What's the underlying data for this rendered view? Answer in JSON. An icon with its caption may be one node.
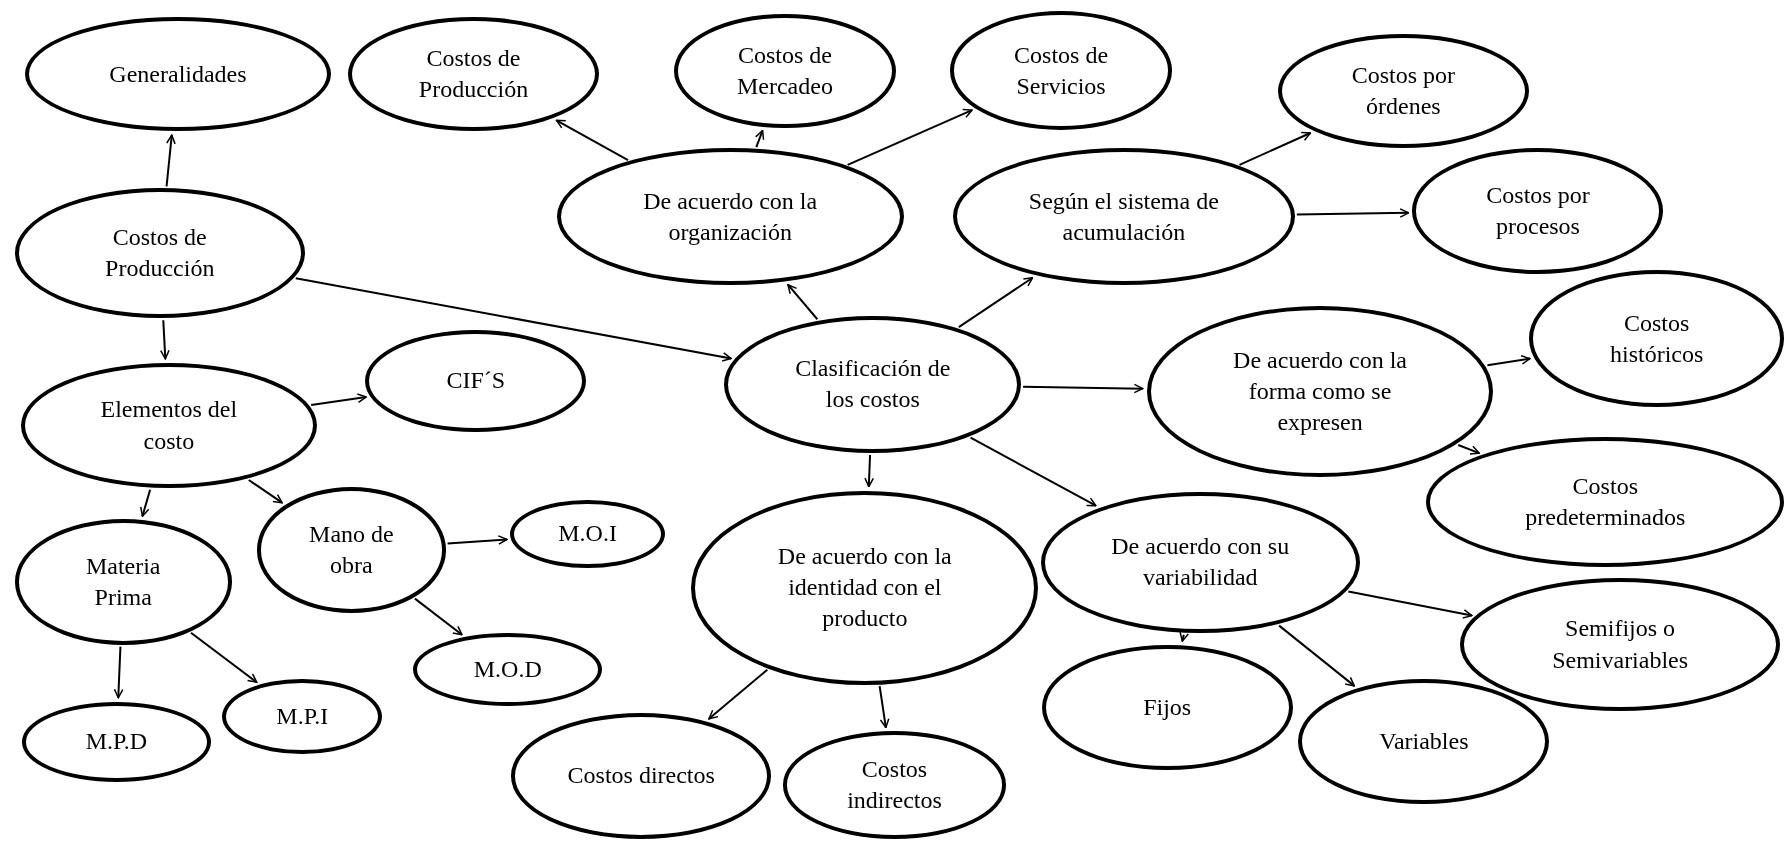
{
  "diagram": {
    "nodes": [
      {
        "text": [
          "Generalidades"
        ]
      },
      {
        "text": [
          "Costos de Producción"
        ]
      },
      {
        "text": [
          "Costos de Mercadeo"
        ]
      },
      {
        "text": [
          "Costos de Servicios"
        ]
      },
      {
        "text": [
          "Costos por órdenes"
        ]
      },
      {
        "text": [
          "De acuerdo con la organización"
        ]
      },
      {
        "text": [
          "Según el sistema de acumulación"
        ]
      },
      {
        "text": [
          "Costos por procesos"
        ]
      },
      {
        "text": [
          "Costos de Producción"
        ]
      },
      {
        "text": [
          "Clasificación de los costos"
        ]
      },
      {
        "text": [
          "CIF´S"
        ]
      },
      {
        "text": [
          "Elementos del costo"
        ]
      },
      {
        "text": [
          "De acuerdo con la forma como se expresen"
        ]
      },
      {
        "text": [
          "Costos históricos"
        ]
      },
      {
        "text": [
          "Costos predeterminados"
        ]
      },
      {
        "text": [
          "Mano de obra"
        ]
      },
      {
        "text": [
          "M.O.I"
        ]
      },
      {
        "text": [
          "Materia Prima"
        ]
      },
      {
        "text": [
          "De acuerdo con la identidad con el producto"
        ]
      },
      {
        "text": [
          "De acuerdo con su variabilidad"
        ]
      },
      {
        "text": [
          "Semifijos o Semivariables"
        ]
      },
      {
        "text": [
          "M.O.D"
        ]
      },
      {
        "text": [
          "M.P.I"
        ]
      },
      {
        "text": [
          "M.P.D"
        ]
      },
      {
        "text": [
          "Fijos"
        ]
      },
      {
        "text": [
          "Variables"
        ]
      },
      {
        "text": [
          "Costos directos"
        ]
      },
      {
        "text": [
          "Costos indirectos"
        ]
      }
    ],
    "edges": [
      {
        "from": 8,
        "to": 0,
        "arrow": "to"
      },
      {
        "from": 8,
        "to": 11,
        "arrow": "to"
      },
      {
        "from": 8,
        "to": 9,
        "arrow": "to"
      },
      {
        "from": 11,
        "to": 10,
        "arrow": "to"
      },
      {
        "from": 11,
        "to": 15,
        "arrow": "to"
      },
      {
        "from": 11,
        "to": 17,
        "arrow": "to"
      },
      {
        "from": 15,
        "to": 16,
        "arrow": "to"
      },
      {
        "from": 15,
        "to": 21,
        "arrow": "to"
      },
      {
        "from": 17,
        "to": 23,
        "arrow": "to"
      },
      {
        "from": 17,
        "to": 22,
        "arrow": "to"
      },
      {
        "from": 9,
        "to": 5,
        "arrow": "to"
      },
      {
        "from": 5,
        "to": 1,
        "arrow": "to"
      },
      {
        "from": 5,
        "to": 2,
        "arrow": "to"
      },
      {
        "from": 5,
        "to": 3,
        "arrow": "to"
      },
      {
        "from": 9,
        "to": 6,
        "arrow": "to"
      },
      {
        "from": 6,
        "to": 4,
        "arrow": "to"
      },
      {
        "from": 6,
        "to": 7,
        "arrow": "to"
      },
      {
        "from": 9,
        "to": 12,
        "arrow": "to"
      },
      {
        "from": 12,
        "to": 13,
        "arrow": "to"
      },
      {
        "from": 12,
        "to": 14,
        "arrow": "to"
      },
      {
        "from": 9,
        "to": 18,
        "arrow": "to"
      },
      {
        "from": 18,
        "to": 26,
        "arrow": "to"
      },
      {
        "from": 18,
        "to": 27,
        "arrow": "to"
      },
      {
        "from": 9,
        "to": 19,
        "arrow": "to"
      },
      {
        "from": 19,
        "to": 24,
        "arrow": "to"
      },
      {
        "from": 19,
        "to": 25,
        "arrow": "to"
      },
      {
        "from": 19,
        "to": 20,
        "arrow": "to"
      }
    ]
  }
}
